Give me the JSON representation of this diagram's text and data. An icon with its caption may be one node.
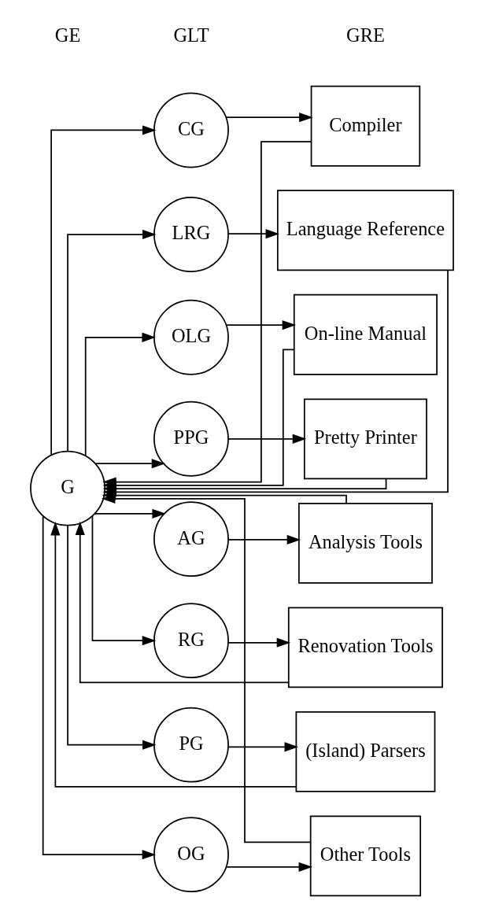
{
  "diagram": {
    "nodes": [
      {
        "text": [
          "G"
        ]
      },
      {
        "text": [
          "CG"
        ]
      },
      {
        "text": [
          "Compiler"
        ]
      },
      {
        "text": [
          "LRG"
        ]
      },
      {
        "text": [
          "Language Reference"
        ]
      },
      {
        "text": [
          "OLG"
        ]
      },
      {
        "text": [
          "On-line Manual"
        ]
      },
      {
        "text": [
          "PPG"
        ]
      },
      {
        "text": [
          "Pretty Printer"
        ]
      },
      {
        "text": [
          "AG"
        ]
      },
      {
        "text": [
          "Analysis Tools"
        ]
      },
      {
        "text": [
          "RG"
        ]
      },
      {
        "text": [
          "Renovation Tools"
        ]
      },
      {
        "text": [
          "PG"
        ]
      },
      {
        "text": [
          "(Island) Parsers"
        ]
      },
      {
        "text": [
          "OG"
        ]
      },
      {
        "text": [
          "Other Tools"
        ]
      }
    ],
    "edges": [
      {
        "from": 0,
        "to": 1,
        "arrow": "to"
      },
      {
        "from": 0,
        "to": 3,
        "arrow": "to"
      },
      {
        "from": 0,
        "to": 5,
        "arrow": "to"
      },
      {
        "from": 0,
        "to": 7,
        "arrow": "to"
      },
      {
        "from": 0,
        "to": 9,
        "arrow": "to"
      },
      {
        "from": 0,
        "to": 11,
        "arrow": "to"
      },
      {
        "from": 0,
        "to": 13,
        "arrow": "to"
      },
      {
        "from": 0,
        "to": 15,
        "arrow": "to"
      },
      {
        "from": 1,
        "to": 2,
        "arrow": "to"
      },
      {
        "from": 3,
        "to": 4,
        "arrow": "to"
      },
      {
        "from": 5,
        "to": 6,
        "arrow": "to"
      },
      {
        "from": 7,
        "to": 8,
        "arrow": "to"
      },
      {
        "from": 9,
        "to": 10,
        "arrow": "to"
      },
      {
        "from": 11,
        "to": 12,
        "arrow": "to"
      },
      {
        "from": 13,
        "to": 14,
        "arrow": "to"
      },
      {
        "from": 15,
        "to": 16,
        "arrow": "to"
      },
      {
        "from": 2,
        "to": 0,
        "arrow": "to"
      },
      {
        "from": 4,
        "to": 0,
        "arrow": "to"
      },
      {
        "from": 6,
        "to": 0,
        "arrow": "to"
      },
      {
        "from": 8,
        "to": 0,
        "arrow": "to"
      },
      {
        "from": 10,
        "to": 0,
        "arrow": "to"
      },
      {
        "from": 12,
        "to": 0,
        "arrow": "to"
      },
      {
        "from": 14,
        "to": 0,
        "arrow": "to"
      },
      {
        "from": 16,
        "to": 0,
        "arrow": "to"
      }
    ],
    "labels": [
      "GE",
      "GLT",
      "GRE"
    ]
  }
}
